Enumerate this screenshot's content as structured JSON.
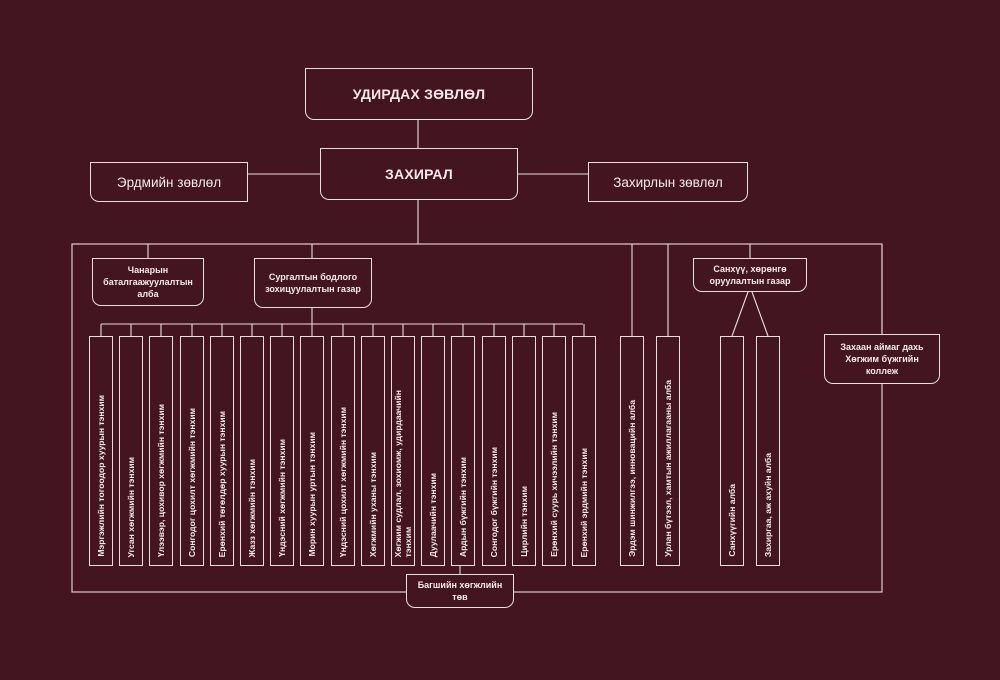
{
  "board": {
    "label": "УДИРДАХ ЗӨВЛӨЛ"
  },
  "director": {
    "label": "ЗАХИРАЛ"
  },
  "academic_council": {
    "label": "Эрдмийн зөвлөл"
  },
  "director_council": {
    "label": "Захирлын зөвлөл"
  },
  "quality_unit": {
    "label": "Чанарын баталгаажуулалтын алба"
  },
  "teaching_policy": {
    "label": "Сургалтын бодлого зохицуулалтын газар"
  },
  "finance_office": {
    "label": "Санхүү, хөрөнгө оруулалтын газар"
  },
  "branch_college": {
    "label": "Захаан аймаг дахь Хөгжим бүжгийн коллеж"
  },
  "center_label": {
    "label": "Багшийн хөгжлийн төв"
  },
  "departments": [
    "Мэргэжлийн тогоодор хуурын тэнхим",
    "Угсан хөгжмийн тэнхим",
    "Үлээвэр, цохивор хөгжмийн тэнхим",
    "Сонгодог цохилт хөгжмийн тэнхим",
    "Ерөнхий төгөлдөр хуурын тэнхим",
    "Жазз хөгжмийн тэнхим",
    "Үндэсний хөгжмийн тэнхим",
    "Морин хуурын уртын тэнхим",
    "Үндэсний цохилт хөгжмийн тэнхим",
    "Хөгжмийн уханы тэнхим",
    "Хөгжим судлал, зохиомж, удирдаачийн\nтэнхим",
    "Дуулаачийн тэнхим",
    "Ардын бүжгийн тэнхим",
    "Сонгодог бүжгийн тэнхим",
    "Цирлийн тэнхим",
    "Ерөнхий суурь хичээлийн тэнхим",
    "Ерөнхий эрдмийн тэнхим"
  ],
  "side_units": [
    "Эрдэм шинжилгээ, инновацийн алба",
    "Урлан бүтээл, хамтын ажиллагааны алба"
  ],
  "finance_units": [
    "Санхүүгийн алба",
    "Захиргаа, аж ахуйн алба"
  ]
}
